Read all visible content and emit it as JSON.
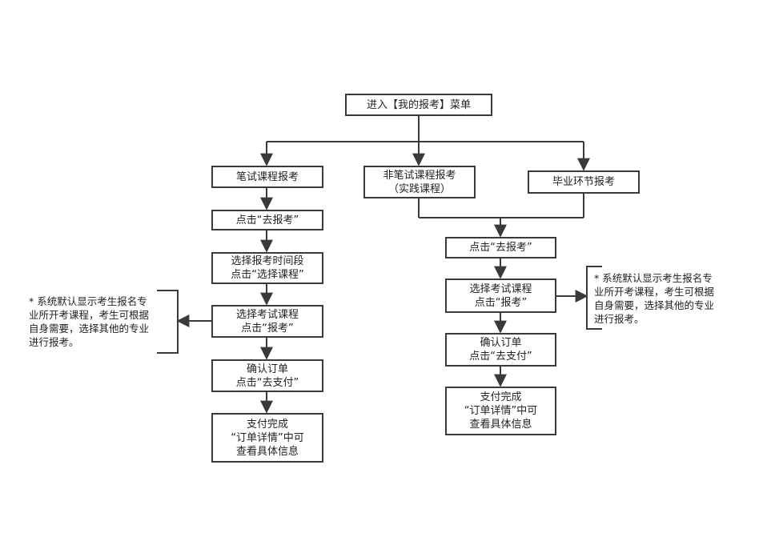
{
  "nodes": {
    "start": [
      "进入【我的报考】菜单"
    ],
    "written": [
      "笔试课程报考"
    ],
    "nonwritten": [
      "非笔试课程报考",
      "（实践课程）"
    ],
    "graduation": [
      "毕业环节报考"
    ],
    "l_go": [
      "点击“去报考”"
    ],
    "l_period": [
      "选择报考时间段",
      "点击“选择课程”"
    ],
    "l_select": [
      "选择考试课程",
      "点击“报考”"
    ],
    "l_confirm": [
      "确认订单",
      "点击“去支付”"
    ],
    "l_done": [
      "支付完成",
      "“订单详情”中可",
      "查看具体信息"
    ],
    "r_go": [
      "点击“去报考”"
    ],
    "r_select": [
      "选择考试课程",
      "点击“报考”"
    ],
    "r_confirm": [
      "确认订单",
      "点击“去支付”"
    ],
    "r_done": [
      "支付完成",
      "“订单详情”中可",
      "查看具体信息"
    ]
  },
  "notes": {
    "left": [
      "*  系统默认显示考生报名专",
      "业所开考课程，考生可根据",
      "自身需要，选择其他的专业",
      "进行报考。"
    ],
    "right": [
      "*  系统默认显示考生报名专",
      "业所开考课程，考生可根据",
      "自身需要，选择其他的专业",
      "进行报考。"
    ]
  }
}
